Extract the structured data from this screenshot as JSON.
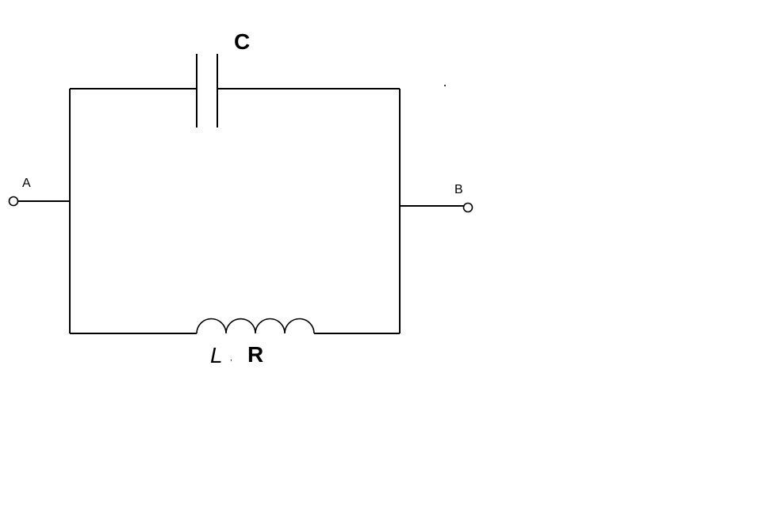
{
  "diagram": {
    "capacitor_label": "C",
    "inductor_label": "L",
    "separator": ",",
    "resistor_label": "R",
    "terminal_a_label": "A",
    "terminal_b_label": "B"
  },
  "colors": {
    "line": "#000000",
    "background": "#ffffff"
  }
}
